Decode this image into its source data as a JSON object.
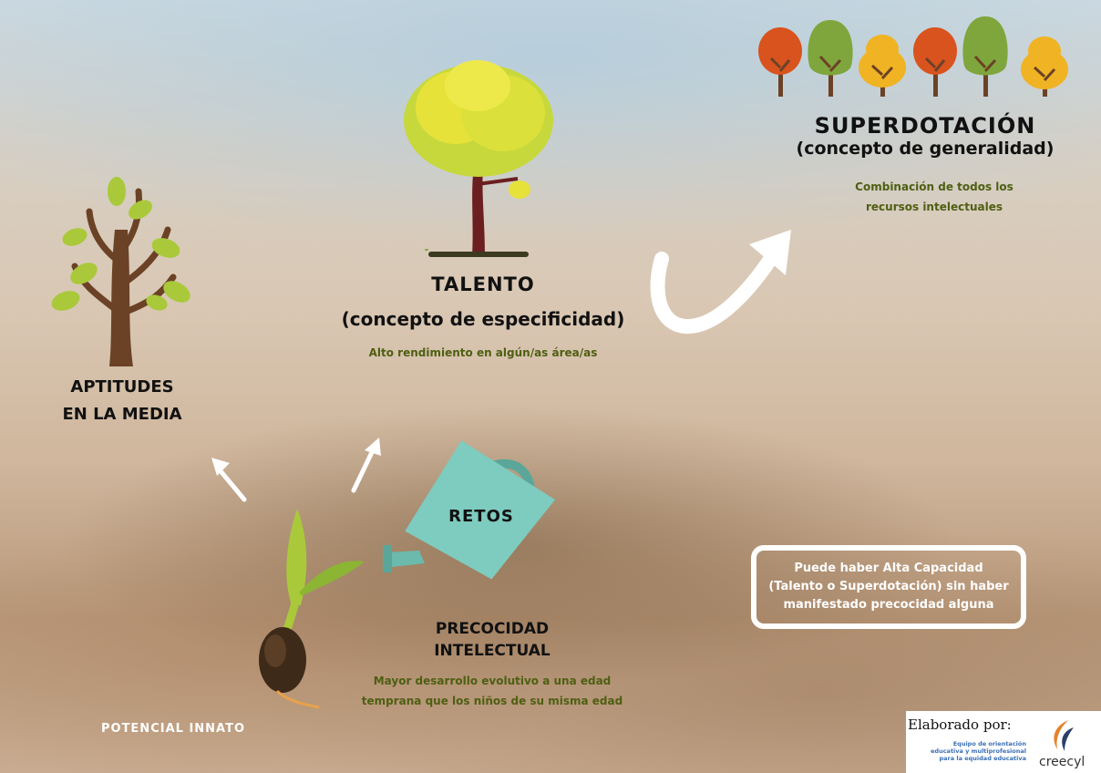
{
  "nodes": {
    "aptitudes": {
      "line1": "APTITUDES",
      "line2": "EN LA MEDIA"
    },
    "talento": {
      "title": "TALENTO",
      "subtitle": "(concepto de especificidad)",
      "description": "Alto rendimiento en algún/as área/as"
    },
    "superdotacion": {
      "title": "SUPERDOTACIÓN",
      "subtitle": "(concepto de generalidad)",
      "description_line1": "Combinación de todos los",
      "description_line2": "recursos intelectuales"
    },
    "precocidad": {
      "line1": "PRECOCIDAD",
      "line2": "INTELECTUAL",
      "description_line1": "Mayor desarrollo evolutivo a una edad",
      "description_line2": "temprana que los niños de su misma edad"
    },
    "retos": {
      "label": "RETOS"
    },
    "potencial": {
      "label": "POTENCIAL INNATO"
    }
  },
  "note": {
    "line1": "Puede haber Alta Capacidad",
    "line2": "(Talento o Superdotación) sin haber",
    "line3": "manifestado precocidad alguna"
  },
  "credit": {
    "title": "Elaborado por:",
    "team_line1": "Equipo de orientación",
    "team_line2": "educativa y multiprofesional",
    "team_line3": "para la equidad educativa",
    "brand": "creecyl"
  },
  "colors": {
    "heading": "#111111",
    "description": "#4e5f12",
    "arrow": "#ffffff",
    "trunk": "#6b4226",
    "leaf_green": "#a9c93a",
    "tree_orange": "#d9531e",
    "tree_green": "#7ea63c",
    "tree_yellow": "#f0b323",
    "watering_can": "#7ecbbf",
    "talent_canopy": "#e6e23a"
  }
}
